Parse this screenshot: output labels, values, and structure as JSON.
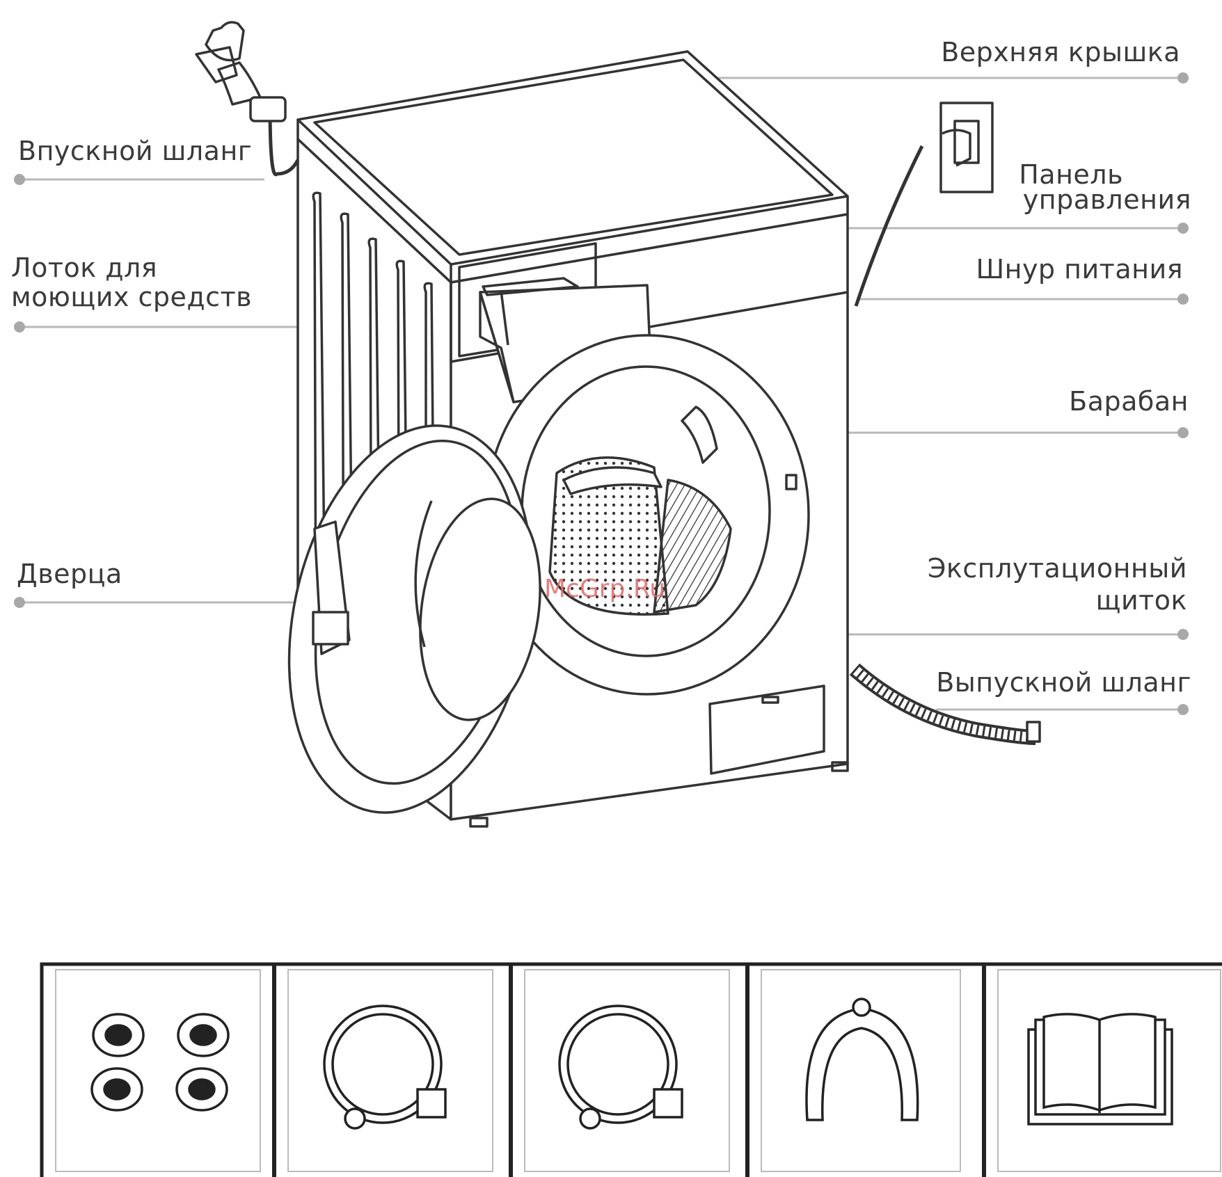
{
  "labels": {
    "top_cover": "Верхняя крышка",
    "inlet_hose": "Впускной шланг",
    "control_panel_line1": "Панель",
    "control_panel_line2": "управления",
    "detergent_tray_line1": "Лоток для",
    "detergent_tray_line2": "моющих средств",
    "power_cord": "Шнур питания",
    "drum": "Барабан",
    "door": "Дверца",
    "service_panel_line1": "Эксплутационный",
    "service_panel_line2": "щиток",
    "drain_hose": "Выпускной шланг"
  },
  "watermark": "McGrp.Ru",
  "accessories": [
    {
      "icon": "feet-pads-icon"
    },
    {
      "icon": "hose-coil-icon"
    },
    {
      "icon": "hose-coil-icon"
    },
    {
      "icon": "hose-holder-icon"
    },
    {
      "icon": "manual-book-icon"
    }
  ],
  "colors": {
    "line": "#333333",
    "leader": "#b8b8b8",
    "dot": "#a8a8a8",
    "text": "#3a3a3a"
  }
}
